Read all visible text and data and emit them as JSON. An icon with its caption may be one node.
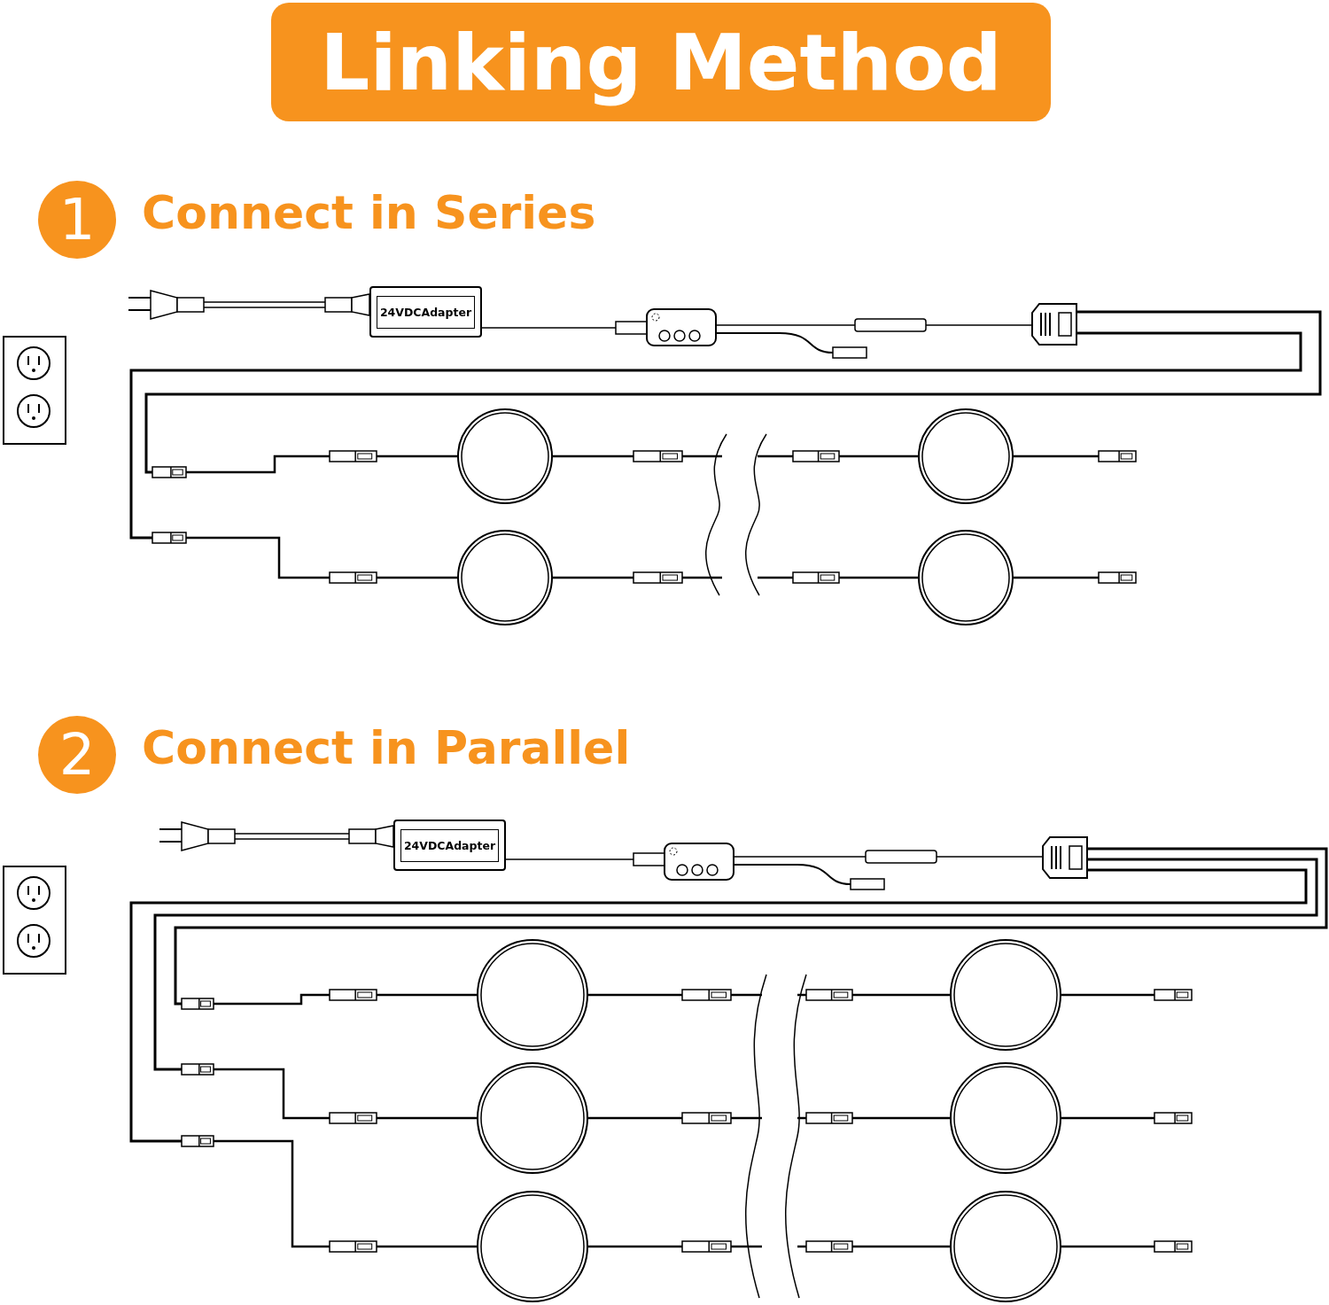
{
  "diagram": {
    "title": "Linking Method",
    "nodes": [
      {
        "text": [
          "1"
        ]
      },
      {
        "text": [
          "24VDCAdapter"
        ]
      },
      {
        "text": [
          "2"
        ]
      },
      {
        "text": [
          "24VDCAdapter"
        ]
      }
    ],
    "labels": [
      "Connect in Series",
      "Connect in Parallel"
    ]
  }
}
